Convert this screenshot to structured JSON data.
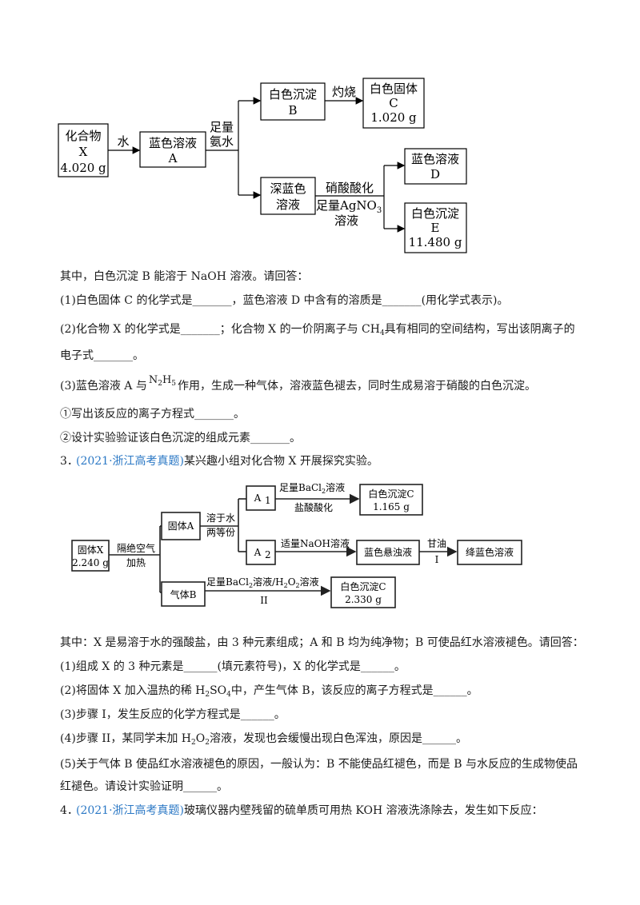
{
  "diagram1": {
    "x_box": [
      "化合物",
      "X",
      "4.020 g"
    ],
    "arrow_water": "水",
    "a_box": [
      "蓝色溶液",
      "A"
    ],
    "arrow_ammonia": [
      "足量",
      "氨水"
    ],
    "b_box": [
      "白色沉淀",
      "B"
    ],
    "arrow_burn": "灼烧",
    "c_box": [
      "白色固体",
      "C",
      "1.020 g"
    ],
    "deep_box": [
      "深蓝色",
      "溶液"
    ],
    "arrow_agno3": [
      "硝酸酸化",
      "足量AgNO",
      "3",
      "溶液"
    ],
    "d_box": [
      "蓝色溶液",
      "D"
    ],
    "e_box": [
      "白色沉淀",
      "E",
      "11.480 g"
    ]
  },
  "q2": {
    "intro": "其中，白色沉淀 B 能溶于 NaOH 溶液。请回答：",
    "p1": "(1)白色固体 C 的化学式是_______，蓝色溶液 D 中含有的溶质是_______(用化学式表示)。",
    "p2_a": "(2)化合物 X 的化学式是_______；化合物 X 的一价阴离子与 CH",
    "p2_sub": "4",
    "p2_b": "具有相同的空间结构，写出该阴离子的电子式_______。",
    "p3_a": "(3)蓝色溶液 A 与",
    "p3_n": "N",
    "p3_n2": "2",
    "p3_h": "H",
    "p3_h5": "5",
    "p3_b": "作用，生成一种气体，溶液蓝色褪去，同时生成易溶于硝酸的白色沉淀。",
    "s1": "①写出该反应的离子方程式_______。",
    "s2": "②设计实验验证该白色沉淀的组成元素_______。"
  },
  "q3": {
    "num": "3．",
    "source": "(2021·浙江高考真题)",
    "stem": "某兴趣小组对化合物 X 开展探究实验。",
    "intro": "其中：X 是易溶于水的强酸盐，由 3 种元素组成；A 和 B 均为纯净物；B 可使品红水溶液褪色。请回答：",
    "p1": "(1)组成 X 的 3 种元素是______(填元素符号)，X 的化学式是______。",
    "p2_a": "(2)将固体 X 加入温热的稀 H",
    "p2_s1": "2",
    "p2_b": "SO",
    "p2_s2": "4",
    "p2_c": "中，产生气体 B，该反应的离子方程式是______。",
    "p3": "(3)步骤 I，发生反应的化学方程式是______。",
    "p4_a": "(4)步骤 II，某同学未加 H",
    "p4_s1": "2",
    "p4_b": "O",
    "p4_s2": "2",
    "p4_c": "溶液，发现也会缓慢出现白色浑浊，原因是______。",
    "p5": "(5)关于气体 B 使品红水溶液褪色的原因，一般认为：B 不能使品红褪色，而是 B 与水反应的生成物使品红褪色。请设计实验证明______。"
  },
  "diagram2": {
    "x_box": [
      "固体X",
      "2.240 g"
    ],
    "arrow_heat": [
      "隔绝空气",
      "加热"
    ],
    "a_box": "固体A",
    "arrow_dissolve": [
      "溶于水",
      "两等份"
    ],
    "a1_box": "A",
    "a1_sub": "1",
    "arrow_bacl2_top": [
      "足量BaCl",
      "2",
      "溶液"
    ],
    "arrow_hcl": "盐酸酸化",
    "c1_box": [
      "白色沉淀C",
      "1.165 g"
    ],
    "a2_box": "A",
    "a2_sub": "2",
    "arrow_naoh": "适量NaOH溶液",
    "blue_box": "蓝色悬浊液",
    "arrow_glycerol": [
      "甘油",
      "I"
    ],
    "indigo_box": "绛蓝色溶液",
    "b_box": "气体B",
    "arrow_bacl2_h2o2": [
      "足量BaCl",
      "2",
      "溶液/H",
      "2",
      "O",
      "2",
      "溶液"
    ],
    "step2": "II",
    "c2_box": [
      "白色沉淀C",
      "2.330 g"
    ]
  },
  "q4": {
    "num": "4．",
    "source": "(2021·浙江高考真题)",
    "stem": "玻璃仪器内壁残留的硫单质可用热 KOH 溶液洗涤除去，发生如下反应："
  }
}
